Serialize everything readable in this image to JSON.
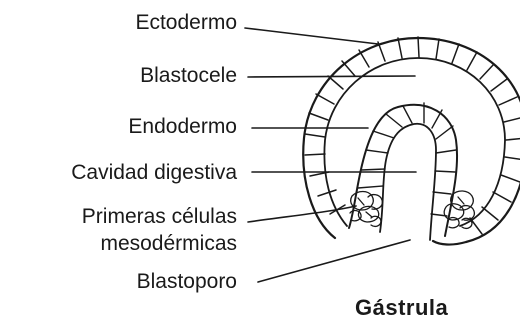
{
  "labels": {
    "ectodermo": "Ectodermo",
    "blastocele": "Blastocele",
    "endodermo": "Endodermo",
    "cavidad": "Cavidad digestiva",
    "primeras_line1": "Primeras células",
    "primeras_line2": "mesodérmicas",
    "blastoporo": "Blastoporo"
  },
  "title": "Gástrula",
  "colors": {
    "ink": "#1a1a1a",
    "background": "#ffffff"
  }
}
